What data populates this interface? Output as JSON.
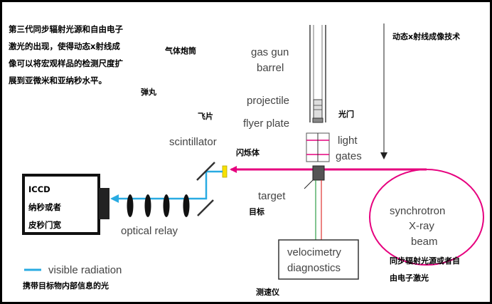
{
  "intro_text": [
    "第三代同步辐射光源和自由电子",
    "激光的出现，使得动态x射线成",
    "像可以将宏观样品的检测尺度扩",
    "展到亚微米和亚纳秒水平。"
  ],
  "title_right": "动态x射线成像技术",
  "labels_en": {
    "gas_gun": [
      "gas gun",
      "barrel"
    ],
    "projectile": "projectile",
    "flyer_plate": "flyer plate",
    "light_gates": [
      "light",
      "gates"
    ],
    "scintillator": "scintillator",
    "target": "target",
    "optical_relay": "optical relay",
    "synchrotron": [
      "synchrotron",
      "X-ray",
      "beam"
    ],
    "velocimetry": [
      "velocimetry",
      "diagnostics"
    ],
    "legend": "visible radiation"
  },
  "labels_cn": {
    "gas_gun": "气体炮筒",
    "projectile": "弹丸",
    "flyer_plate": "飞片",
    "light_gates": "光门",
    "scintillator": "闪烁体",
    "target": "目标",
    "synchrotron": [
      "同步辐射光源或者自",
      "由电子激光"
    ],
    "velocimetry": "测速仪",
    "legend": "携带目标物内部信息的光"
  },
  "iccd": [
    "ICCD",
    "纳秒或者",
    "皮秒门宽"
  ],
  "colors": {
    "xray": "#e6007e",
    "visible": "#29abe2",
    "scintillator": "#f7e100",
    "velocimetry_green": "#2e9e45",
    "velocimetry_red": "#e0322f",
    "frame": "#000000"
  }
}
